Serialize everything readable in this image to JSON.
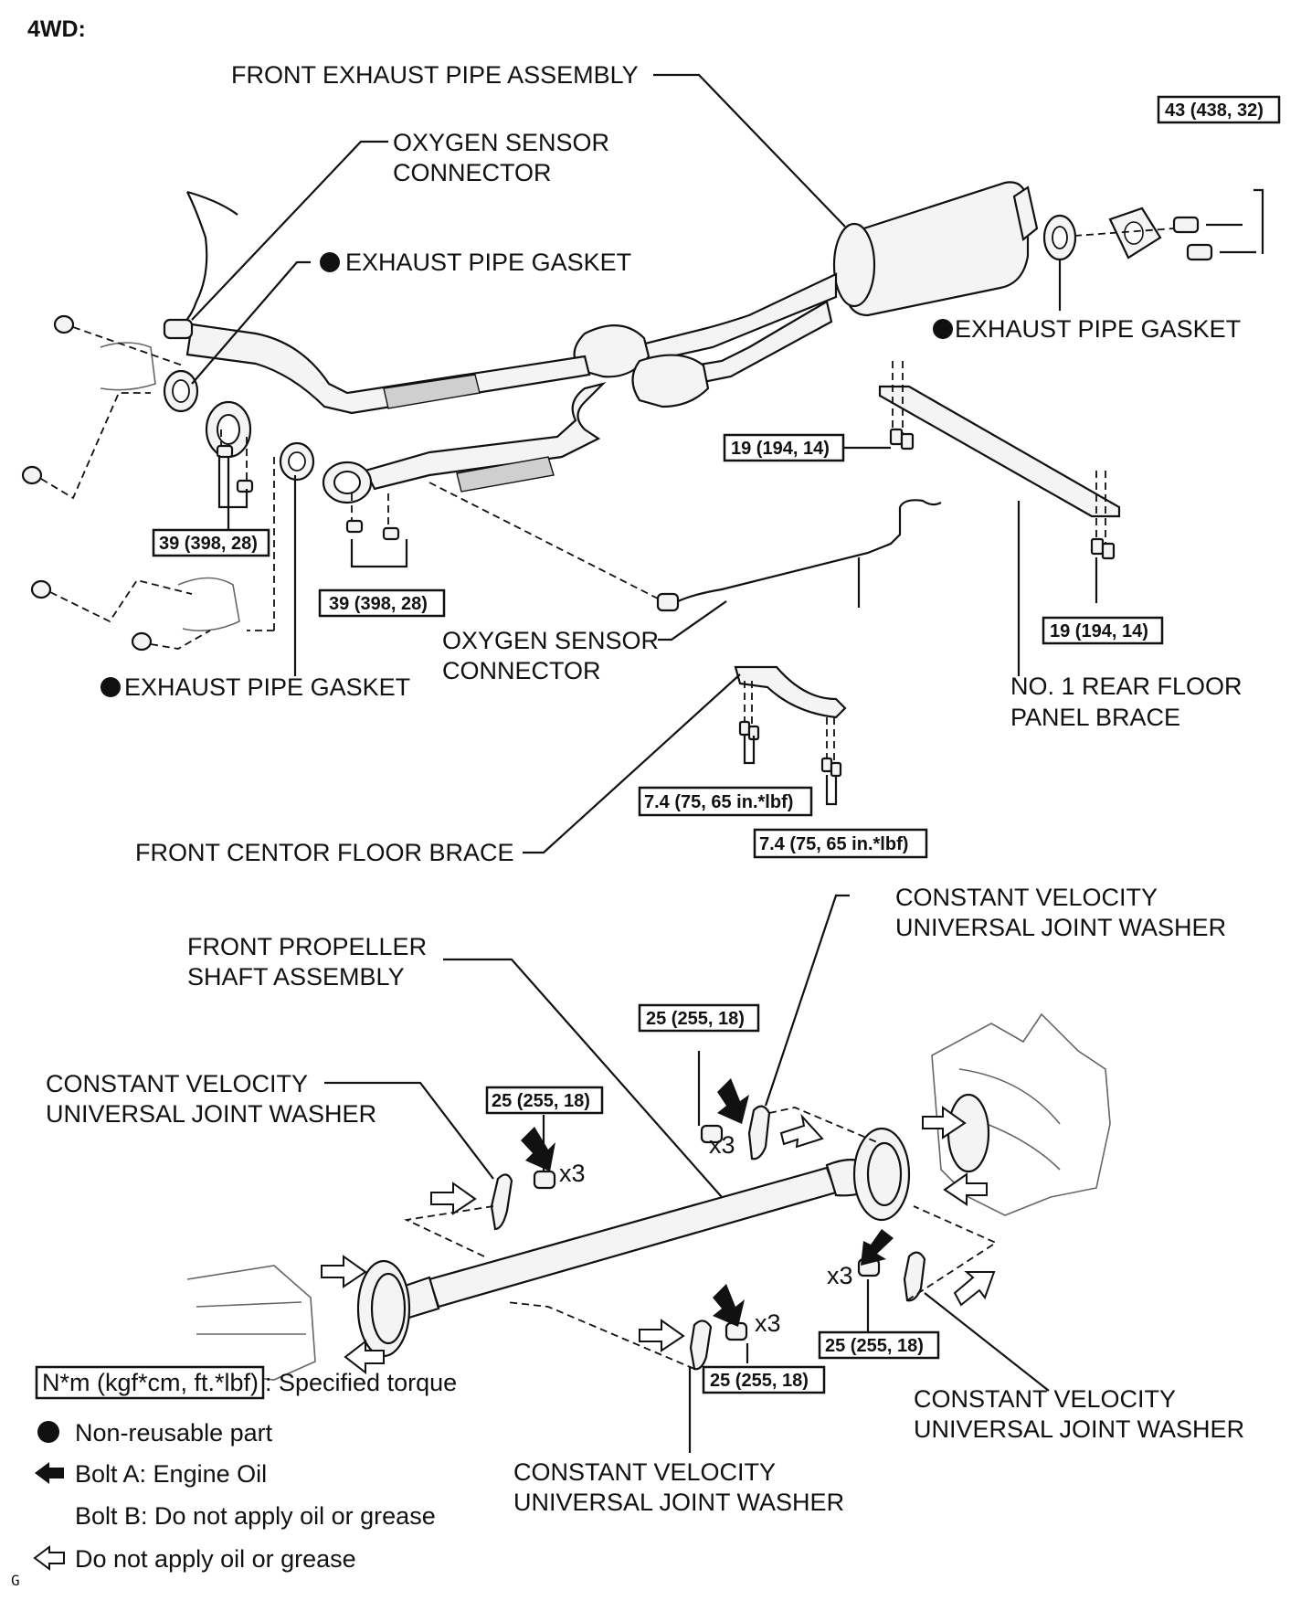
{
  "title": "4WD:",
  "labels": {
    "front_exhaust_pipe_assembly": "FRONT EXHAUST PIPE ASSEMBLY",
    "oxygen_sensor_connector_top_1": "OXYGEN SENSOR",
    "oxygen_sensor_connector_top_2": "CONNECTOR",
    "exhaust_pipe_gasket_upper": "EXHAUST PIPE GASKET",
    "exhaust_pipe_gasket_right": "EXHAUST PIPE GASKET",
    "exhaust_pipe_gasket_lower": "EXHAUST PIPE GASKET",
    "oxygen_sensor_connector_mid_1": "OXYGEN SENSOR",
    "oxygen_sensor_connector_mid_2": "CONNECTOR",
    "no1_rear_floor_panel_brace_1": "NO. 1 REAR FLOOR",
    "no1_rear_floor_panel_brace_2": "PANEL BRACE",
    "front_center_floor_brace": "FRONT CENTOR FLOOR BRACE",
    "front_propeller_shaft_1": "FRONT PROPELLER",
    "front_propeller_shaft_2": "SHAFT ASSEMBLY",
    "cvj_washer_a_1": "CONSTANT VELOCITY",
    "cvj_washer_a_2": "UNIVERSAL JOINT WASHER",
    "cvj_washer_b_1": "CONSTANT VELOCITY",
    "cvj_washer_b_2": "UNIVERSAL JOINT WASHER",
    "cvj_washer_c_1": "CONSTANT VELOCITY",
    "cvj_washer_c_2": "UNIVERSAL JOINT WASHER",
    "cvj_washer_d_1": "CONSTANT VELOCITY",
    "cvj_washer_d_2": "UNIVERSAL JOINT WASHER"
  },
  "torques": {
    "t43": "43 (438, 32)",
    "t19a": "19 (194, 14)",
    "t19b": "19 (194, 14)",
    "t39a": "39 (398, 28)",
    "t39b": "39 (398, 28)",
    "t74a": "7.4 (75, 65 in.*lbf)",
    "t74b": "7.4 (75, 65 in.*lbf)",
    "t25a": "25 (255, 18)",
    "t25b": "25 (255, 18)",
    "t25c": "25 (255, 18)",
    "t25d": "25 (255, 18)"
  },
  "multipliers": {
    "x3_a": "x3",
    "x3_b": "x3",
    "x3_c": "x3",
    "x3_d": "x3"
  },
  "legend": {
    "unit_box": "N*m (kgf*cm, ft.*lbf)",
    "unit_text": ": Specified torque",
    "non_reusable": "Non-reusable part",
    "bolt_a": "Bolt A: Engine Oil",
    "bolt_b": "Bolt B: Do not apply oil or grease",
    "no_oil": "Do not apply oil or grease",
    "corner_code": "G"
  }
}
